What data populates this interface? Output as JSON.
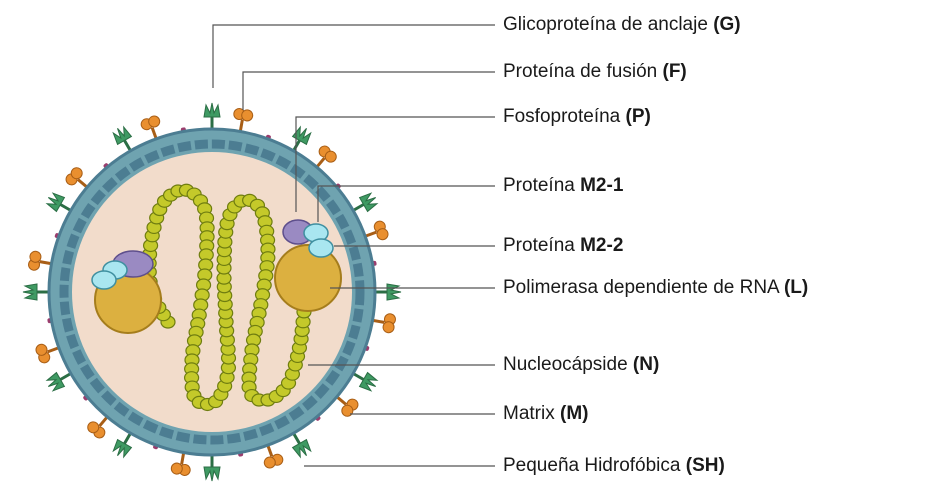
{
  "colors": {
    "envelope": "#6fa3b0",
    "matrix": "#4c7d92",
    "interior": "#f2dccb",
    "g_spike": "#3f9a63",
    "f_spike": "#e98f2f",
    "sh_spike": "#9a3d6d",
    "nucleocapsid": "#c4c92a",
    "polymerase": "#dcb040",
    "phosphoprotein": "#9a8ac2",
    "m2": "#a9e6f0",
    "leader_line": "#555555"
  },
  "labels": [
    {
      "id": "G",
      "text": "Glicoproteína de anclaje ",
      "bold": "(G)"
    },
    {
      "id": "F",
      "text": "Proteína de fusión ",
      "bold": "(F)"
    },
    {
      "id": "P",
      "text": "Fosfoproteína ",
      "bold": "(P)"
    },
    {
      "id": "M21",
      "text": "Proteína ",
      "bold": "M2-1"
    },
    {
      "id": "M22",
      "text": "Proteína ",
      "bold": "M2-2"
    },
    {
      "id": "L",
      "text": "Polimerasa dependiente de RNA ",
      "bold": "(L)"
    },
    {
      "id": "N",
      "text": "Nucleocápside ",
      "bold": "(N)"
    },
    {
      "id": "M",
      "text": "Matrix ",
      "bold": "(M)"
    },
    {
      "id": "SH",
      "text": "Pequeña Hidrofóbica ",
      "bold": "(SH)"
    }
  ]
}
